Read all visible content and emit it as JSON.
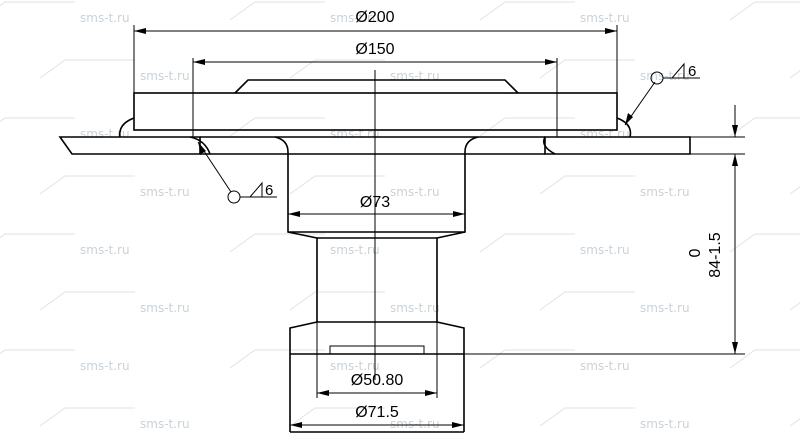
{
  "dimensions": {
    "d200": "Ø200",
    "d150": "Ø150",
    "d73": "Ø73",
    "d50": "Ø50.80",
    "d71": "Ø71.5",
    "height_upper": "0",
    "height_lower": "84-1.5"
  },
  "weld_symbols": {
    "top_right_size": "6",
    "left_size": "6"
  },
  "watermark": "sms-t.ru",
  "colors": {
    "line": "#000000",
    "watermark": "#c9d2d8"
  }
}
